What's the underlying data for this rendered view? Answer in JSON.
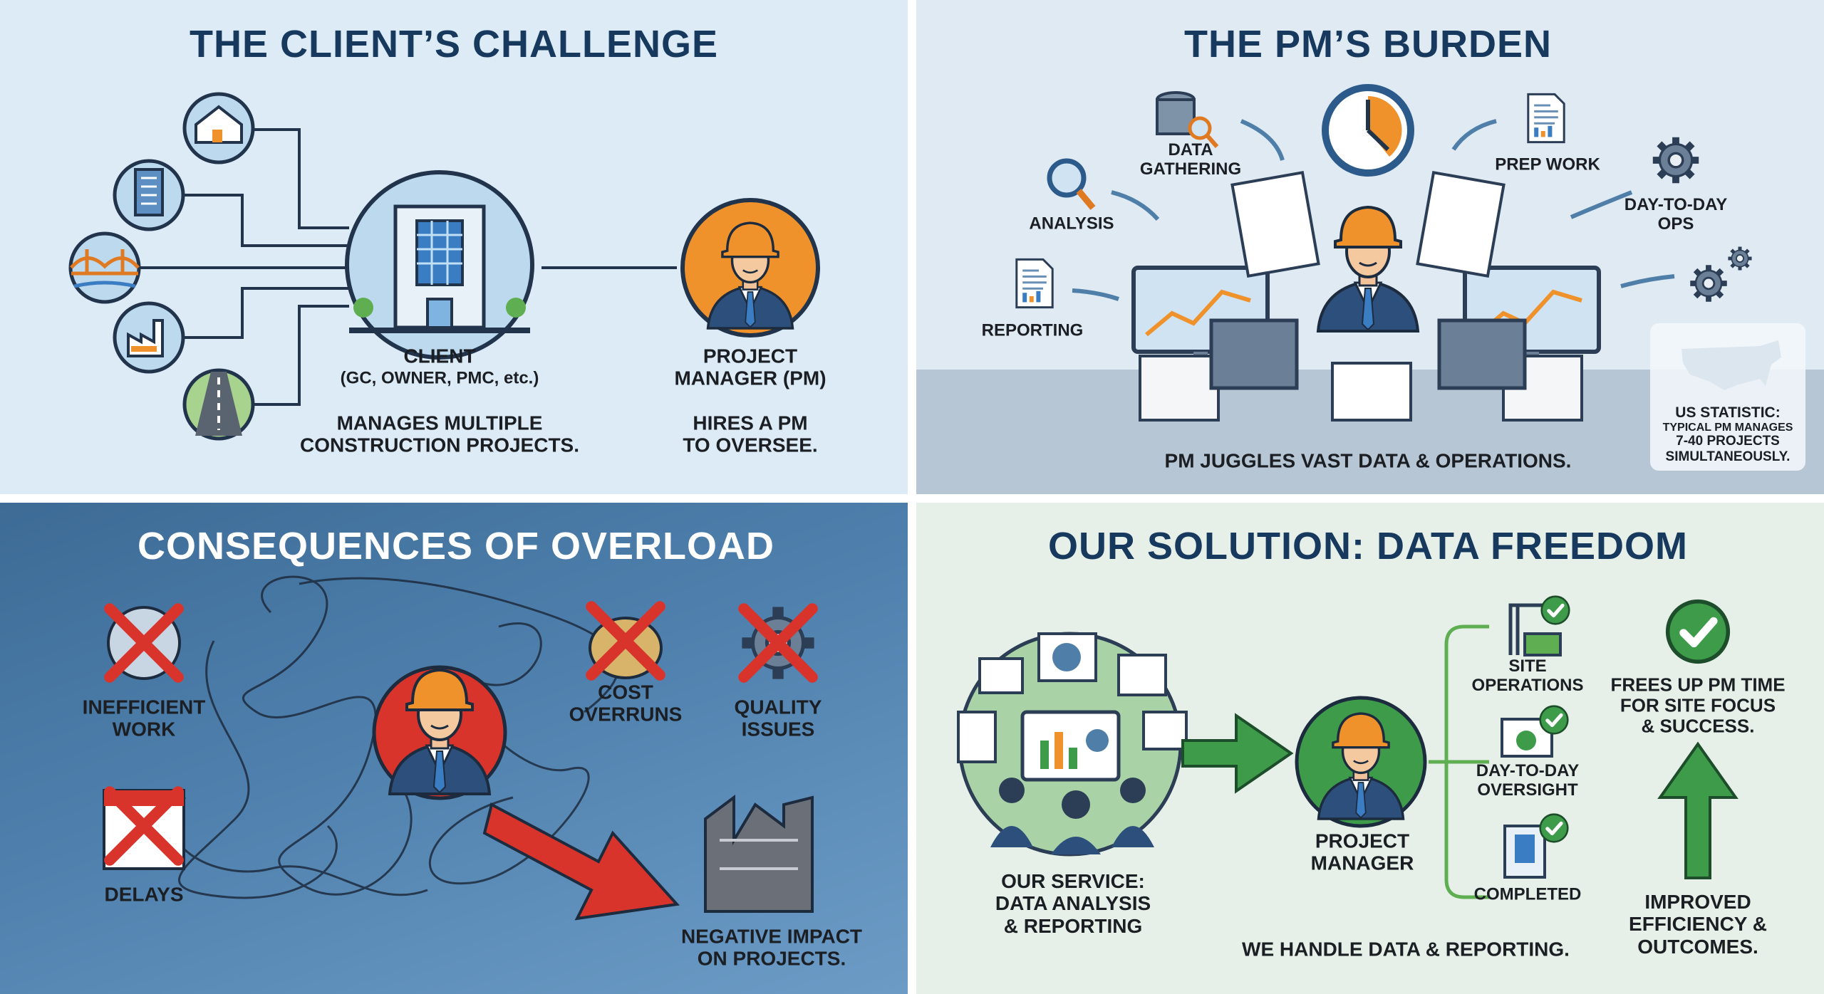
{
  "client_challenge": {
    "title": "THE CLIENT’S CHALLENGE",
    "client_label": "CLIENT",
    "client_sub": "(GC, OWNER, PMC, etc.)",
    "client_desc": [
      "MANAGES MULTIPLE",
      "CONSTRUCTION PROJECTS."
    ],
    "pm_label": [
      "PROJECT",
      "MANAGER (PM)"
    ],
    "pm_desc": [
      "HIRES A PM",
      "TO OVERSEE."
    ],
    "project_icons": [
      "house-icon",
      "office-building-icon",
      "bridge-icon",
      "factory-icon",
      "road-icon"
    ]
  },
  "pm_burden": {
    "title": "THE PM’S BURDEN",
    "tasks": {
      "data_gathering": [
        "DATA",
        "GATHERING"
      ],
      "prep_work": [
        "PREP WORK"
      ],
      "analysis": [
        "ANALYSIS"
      ],
      "day_to_day_ops": [
        "DAY-TO-DAY",
        "OPS"
      ],
      "reporting": [
        "REPORTING"
      ]
    },
    "caption": "PM JUGGLES VAST DATA & OPERATIONS.",
    "stat": [
      "US STATISTIC:",
      "TYPICAL PM MANAGES",
      "7-40 PROJECTS",
      "SIMULTANEOUSLY."
    ]
  },
  "consequences": {
    "title": "CONSEQUENCES OF OVERLOAD",
    "items": {
      "inefficient": [
        "INEFFICIENT",
        "WORK"
      ],
      "delays": [
        "DELAYS"
      ],
      "cost": [
        "COST",
        "OVERRUNS"
      ],
      "quality": [
        "QUALITY",
        "ISSUES"
      ]
    },
    "impact": [
      "NEGATIVE IMPACT",
      "ON PROJECTS."
    ]
  },
  "solution": {
    "title": "OUR SOLUTION: DATA FREEDOM",
    "service": [
      "OUR SERVICE:",
      "DATA ANALYSIS",
      "& REPORTING"
    ],
    "pm_label": [
      "PROJECT",
      "MANAGER"
    ],
    "branches": {
      "site": [
        "SITE",
        "OPERATIONS"
      ],
      "oversight": [
        "DAY-TO-DAY",
        "OVERSIGHT"
      ],
      "completed": [
        "COMPLETED"
      ]
    },
    "frees": [
      "FREES UP PM TIME",
      "FOR SITE FOCUS",
      "& SUCCESS."
    ],
    "improved": [
      "IMPROVED",
      "EFFICIENCY &",
      "OUTCOMES."
    ],
    "caption": "WE HANDLE DATA & REPORTING."
  },
  "colors": {
    "navy": "#17395e",
    "orange": "#f0922b",
    "red": "#d9342b",
    "green": "#3d9b4a",
    "blue_panel": "#4f80ad"
  }
}
